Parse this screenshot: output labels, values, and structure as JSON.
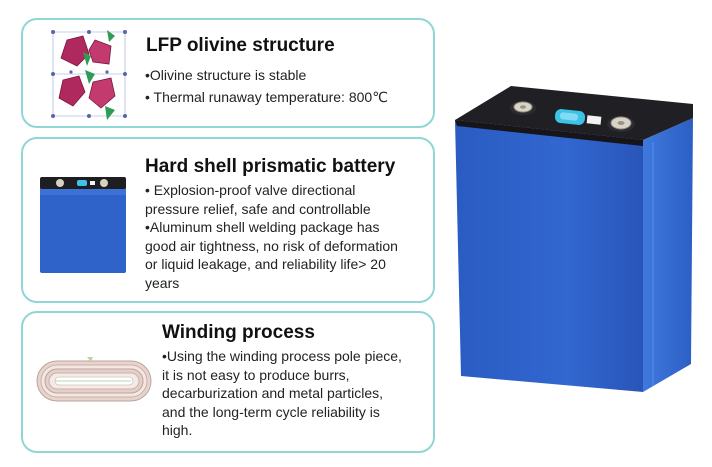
{
  "cards": [
    {
      "title": "LFP olivine structure",
      "lines": [
        "•Olivine structure is stable",
        "• Thermal runaway temperature: 800℃"
      ]
    },
    {
      "title": "Hard shell prismatic battery",
      "lines": [
        "• Explosion-proof valve directional",
        "pressure relief, safe and controllable",
        "•Aluminum shell welding package has",
        "good air tightness, no risk of deformation",
        "or liquid leakage, and reliability life> 20",
        "years"
      ]
    },
    {
      "title": "Winding process",
      "lines": [
        "•Using the winding process pole piece,",
        "it is not easy to produce burrs,",
        "decarburization and metal particles,",
        "and the long-term cycle reliability is",
        "high."
      ]
    }
  ],
  "colors": {
    "card_border": "#8fd6d4",
    "battery_blue": "#2f63c9",
    "battery_top": "#1e1e22",
    "vent_cyan": "#3cc3e6",
    "crystal_magenta": "#b0295e",
    "crystal_green": "#2f9b55"
  },
  "icons": {
    "crystal": "olivine-crystal-structure-icon",
    "small_battery": "prismatic-battery-icon",
    "winding": "winding-roll-icon",
    "large_battery": "lfp-prismatic-cell-image"
  }
}
